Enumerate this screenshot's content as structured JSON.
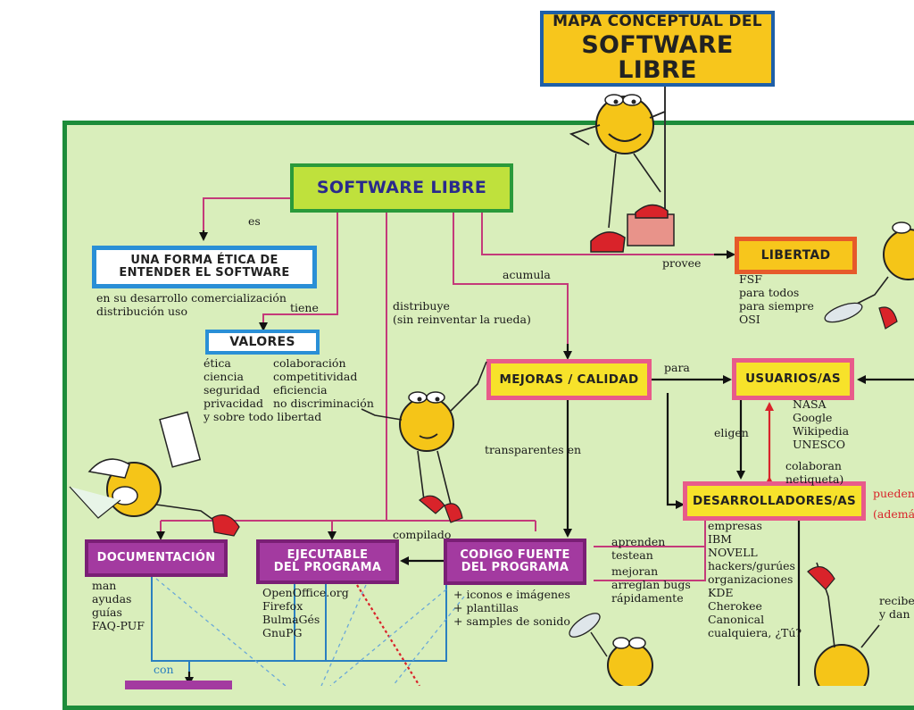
{
  "title": {
    "line1": "MAPA CONCEPTUAL DEL",
    "line2": "SOFTWARE LIBRE"
  },
  "nodes": {
    "software_libre": "SOFTWARE LIBRE",
    "forma_etica": {
      "line1": "UNA FORMA ÉTICA DE",
      "line2": "ENTENDER EL SOFTWARE"
    },
    "valores": "VALORES",
    "libertad": "LIBERTAD",
    "mejoras": "MEJORAS / CALIDAD",
    "usuarios": "USUARIOS/AS",
    "desarrolladores": "DESARROLLADORES/AS",
    "documentacion": "DOCUMENTACIÓN",
    "ejecutable": {
      "line1": "EJECUTABLE",
      "line2": "DEL PROGRAMA"
    },
    "codigo_fuente": {
      "line1": "CODIGO FUENTE",
      "line2": "DEL PROGRAMA"
    }
  },
  "edge_labels": {
    "es": "es",
    "tiene": "tiene",
    "distribuye": "distribuye\n(sin reinventar la rueda)",
    "acumula": "acumula",
    "provee": "provee",
    "para": "para",
    "transparentes_en": "transparentes en",
    "eligen": "eligen",
    "colaboran": "colaboran\nnetiqueta)",
    "compilado": "compilado",
    "aprenden": "aprenden\ntestean",
    "mejoran": "mejoran\narreglan bugs\nrápidamente",
    "pueden": "pueden",
    "ademas": "(además",
    "con": "con",
    "reciben": "reciben\ny dan"
  },
  "details": {
    "forma_etica": "en su desarrollo comercialización\ndistribución uso",
    "valores_col1": "ética\nciencia\nseguridad\nprivacidad\ny sobre todo libertad",
    "valores_col2": "colaboración\ncompetitividad\neficiencia\nno discriminación",
    "libertad": "FSF\npara todos\npara siempre\nOSI",
    "usuarios": "NASA\nGoogle\nWikipedia\nUNESCO",
    "desarrolladores": "empresas\nIBM\nNOVELL\nhackers/gurúes\norganizaciones\nKDE\nCherokee\nCanonical\ncualquiera, ¿Tú?",
    "documentacion": "man\nayudas\nguías\nFAQ-PUF",
    "ejecutable": "OpenOffice.org\nFirefox\nBulmaGés\nGnuPG",
    "codigo_fuente": "+ iconos e imágenes\n+ plantillas\n+ samples de sonido"
  },
  "colors": {
    "panel_bg": "#d9eebb",
    "panel_border": "#1d8c3a",
    "connector_magenta": "#c43a7a",
    "connector_blue": "#2a7fc0",
    "arrow_black": "#111111",
    "arrow_red": "#d9232a",
    "mascot_yellow": "#f5c518"
  },
  "icons": [
    "mascot-holding-sign",
    "mascot-reading",
    "mascot-waving",
    "mascot-right-edge",
    "mascot-juggling",
    "mascot-bottom"
  ]
}
